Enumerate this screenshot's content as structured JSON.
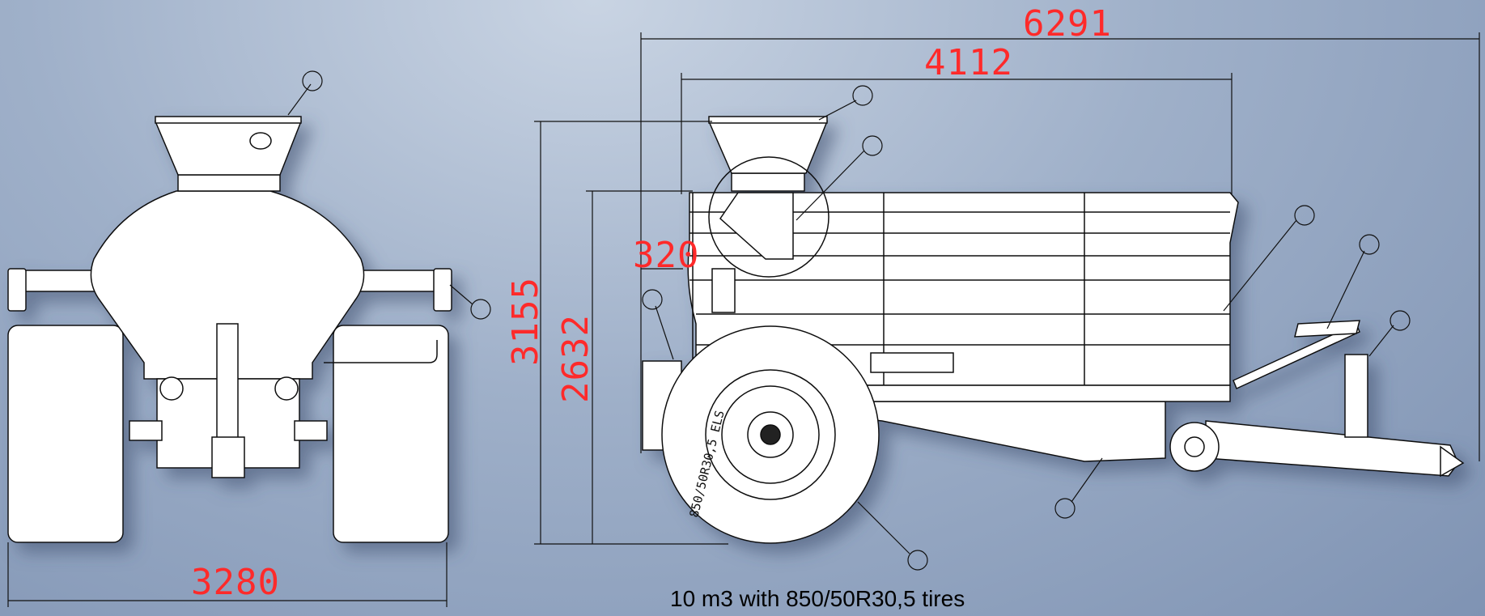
{
  "dimensions": {
    "overall_length": "6291",
    "tank_length": "4112",
    "overall_height": "3155",
    "tank_height": "2632",
    "offset": "320",
    "track_width": "3280"
  },
  "caption": "10 m3 with 850/50R30,5 tires",
  "tire_marking": "850/50R30,5 ELS",
  "colors": {
    "dimension": "#ff2a2a",
    "line": "#111111",
    "body": "#ffffff"
  }
}
